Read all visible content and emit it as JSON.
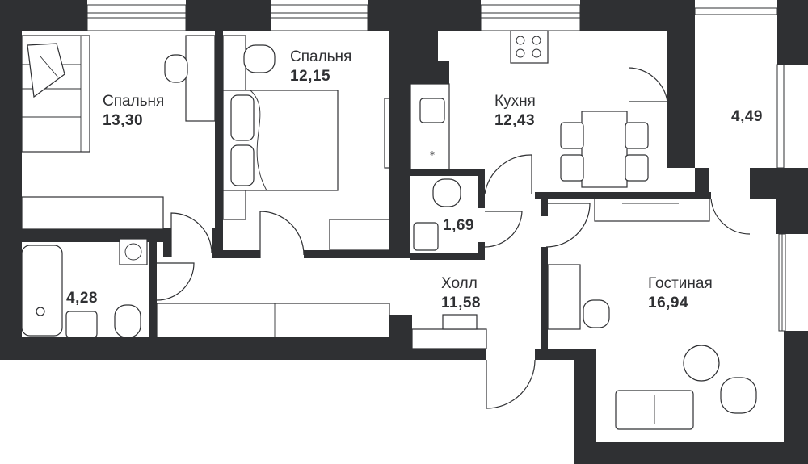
{
  "rooms": [
    {
      "id": "bedroom1",
      "name": "Спальня",
      "area": "13,30"
    },
    {
      "id": "bedroom2",
      "name": "Спальня",
      "area": "12,15"
    },
    {
      "id": "kitchen",
      "name": "Кухня",
      "area": "12,43"
    },
    {
      "id": "balcony",
      "name": "",
      "area": "4,49"
    },
    {
      "id": "wc",
      "name": "",
      "area": "1,69"
    },
    {
      "id": "bathroom",
      "name": "",
      "area": "4,28"
    },
    {
      "id": "hall",
      "name": "Холл",
      "area": "11,58"
    },
    {
      "id": "living",
      "name": "Гостиная",
      "area": "16,94"
    }
  ],
  "colors": {
    "wall": "#2f3033",
    "background": "#ffffff"
  }
}
